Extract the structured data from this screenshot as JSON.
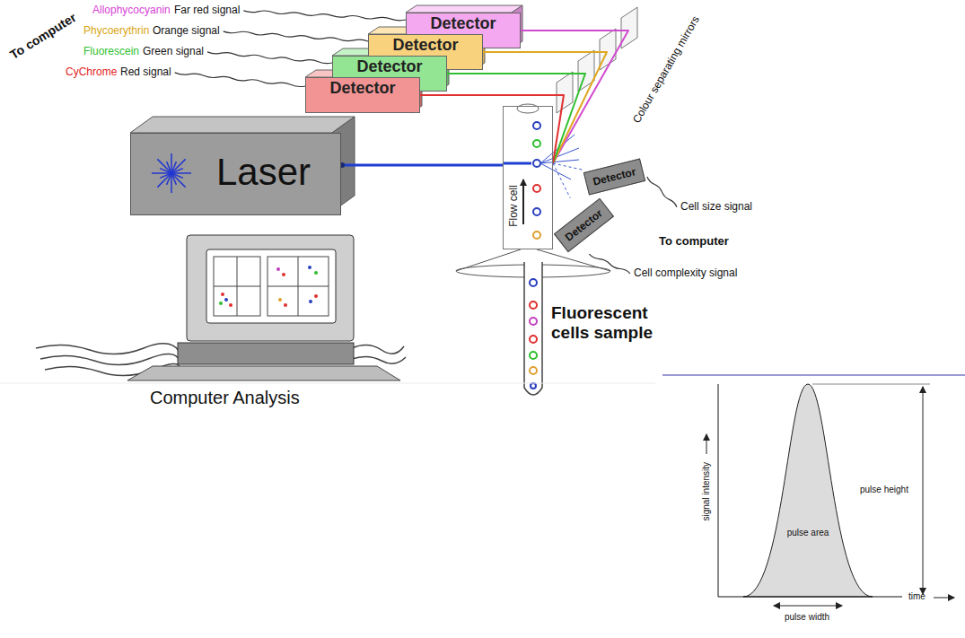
{
  "diagram": {
    "nodes": [
      {
        "text": [
          "Detector"
        ]
      },
      {
        "text": [
          "Detector"
        ]
      },
      {
        "text": [
          "Detector"
        ]
      },
      {
        "text": [
          "Detector"
        ]
      },
      {
        "text": [
          "Laser"
        ]
      },
      {
        "text": [
          "Flow cell"
        ]
      },
      {
        "text": [
          "Detector"
        ]
      },
      {
        "text": [
          "Detector"
        ]
      }
    ],
    "edges": [
      {
        "from": 4,
        "to": 5,
        "arrow": "none"
      },
      {
        "from": 5,
        "to": 0,
        "arrow": "none"
      },
      {
        "from": 5,
        "to": 1,
        "arrow": "none"
      },
      {
        "from": 5,
        "to": 2,
        "arrow": "none"
      },
      {
        "from": 5,
        "to": 3,
        "arrow": "none"
      },
      {
        "from": 5,
        "to": 6,
        "arrow": "none"
      },
      {
        "from": 5,
        "to": 7,
        "arrow": "none"
      }
    ],
    "labels": [
      "To computer",
      "Allophycocyanin",
      "Far red signal",
      "Phycoerythrin",
      "Orange signal",
      "Fluorescein",
      "Green signal",
      "CyChrome",
      "Red signal",
      "Colour separating mirrors",
      "Cell size signal",
      "To computer",
      "Cell complexity signal",
      "Fluorescent cells sample",
      "Computer Analysis",
      "signal intensity",
      "pulse height",
      "pulse area",
      "pulse width",
      "time"
    ]
  }
}
